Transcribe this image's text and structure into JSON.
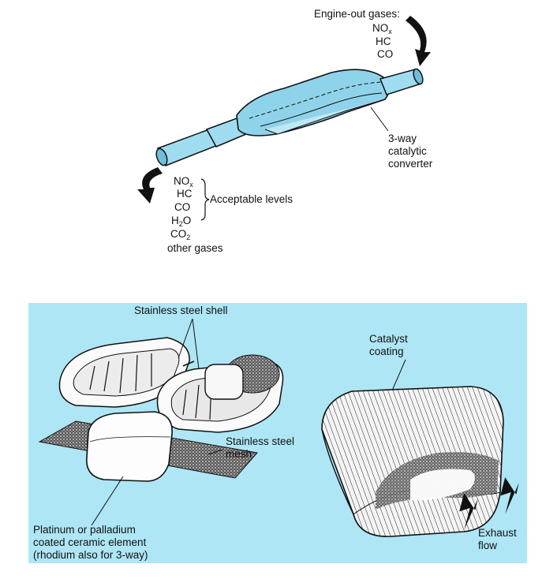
{
  "top_diagram": {
    "engine_out_label": "Engine-out gases:",
    "engine_out_gases": [
      {
        "main": "NO",
        "sub": "x"
      },
      {
        "main": "HC",
        "sub": ""
      },
      {
        "main": "CO",
        "sub": ""
      }
    ],
    "converter_label": [
      "3-way",
      "catalytic",
      "converter"
    ],
    "outlet_gases": [
      {
        "main": "NO",
        "sub": "x"
      },
      {
        "main": "HC",
        "sub": ""
      },
      {
        "main": "CO",
        "sub": ""
      },
      {
        "main": "H",
        "sub": "2",
        "tail": "O"
      },
      {
        "main": "CO",
        "sub": "2"
      },
      {
        "main": "other gases",
        "sub": ""
      }
    ],
    "acceptable_levels_label": "Acceptable levels"
  },
  "bottom_diagram": {
    "shell_label": "Stainless steel shell",
    "mesh_label": [
      "Stainless steel",
      "mesh"
    ],
    "element_label": [
      "Platinum or palladium",
      "coated ceramic element",
      "(rhodium also for 3-way)"
    ],
    "catalyst_label": [
      "Catalyst",
      "coating"
    ],
    "exhaust_label": [
      "Exhaust",
      "flow"
    ],
    "background_color": "#aee6f5"
  }
}
